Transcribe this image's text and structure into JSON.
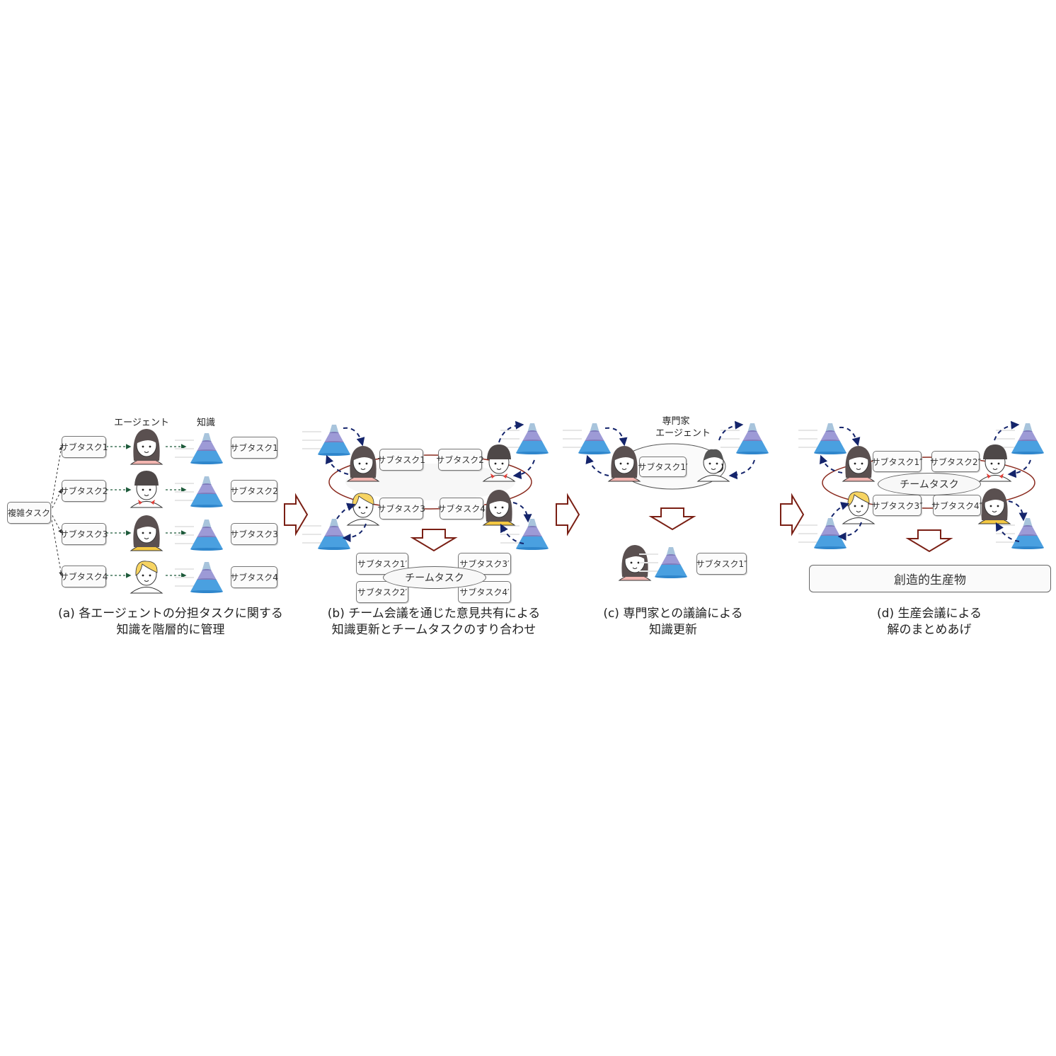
{
  "colors": {
    "flow_arrow": "#7a1f14",
    "dashed_arc": "#14246b",
    "dashed_green": "#1d5a3a",
    "team_ring": "#8a2a1e"
  },
  "panel_a": {
    "agent_header": "エージェント",
    "knowledge_header": "知識",
    "complex_task": "複雑タスク",
    "subtasks": [
      "サブタスク1",
      "サブタスク2",
      "サブタスク3",
      "サブタスク4"
    ],
    "results": [
      "サブタスク1",
      "サブタスク2",
      "サブタスク3",
      "サブタスク4"
    ],
    "caption_line1": "(a) 各エージェントの分担タスクに関する",
    "caption_line2": "知識を階層的に管理"
  },
  "panel_b": {
    "subtasks": [
      "サブタスク1",
      "サブタスク2",
      "サブタスク3",
      "サブタスク4"
    ],
    "updated": [
      "サブタスク1′",
      "サブタスク3′",
      "サブタスク2′",
      "サブタスク4′"
    ],
    "team_task": "チームタスク",
    "caption_line1": "(b) チーム会議を通じた意見共有による",
    "caption_line2": "知識更新とチームタスクのすり合わせ"
  },
  "panel_c": {
    "expert_label_line1": "専門家",
    "expert_label_line2": "エージェント",
    "subtask_in": "サブタスク1′",
    "subtask_out": "サブタスク1″",
    "caption_line1": "(c) 専門家との議論による",
    "caption_line2": "知識更新"
  },
  "panel_d": {
    "subtasks": [
      "サブタスク1″",
      "サブタスク2″",
      "サブタスク3″",
      "サブタスク4″"
    ],
    "team_task": "チームタスク",
    "product": "創造的生産物",
    "caption_line1": "(d) 生産会議による",
    "caption_line2": "解のまとめあげ"
  }
}
